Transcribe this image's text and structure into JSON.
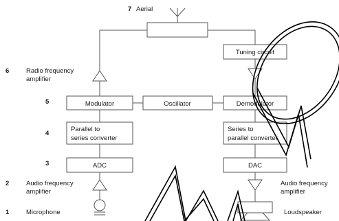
{
  "steps": {
    "s1": {
      "num": "1",
      "label": "Microphone"
    },
    "s2": {
      "num": "2",
      "label_line1": "Audio frequency",
      "label_line2": "amplifier"
    },
    "s3": {
      "num": "3"
    },
    "s4": {
      "num": "4"
    },
    "s5": {
      "num": "5"
    },
    "s6": {
      "num": "6",
      "label_line1": "Radio frequency",
      "label_line2": "amplifier"
    },
    "s7": {
      "num": "7",
      "label": "Aerial"
    }
  },
  "boxes": {
    "modulator": "Modulator",
    "oscillator": "Oscillator",
    "demodulator": "Demodulator",
    "tuning_circuit": "Tuning circuit",
    "p2s_line1": "Parallel to",
    "p2s_line2": "series converter",
    "s2p_line1": "Series to",
    "s2p_line2": "parallel converter",
    "adc": "ADC",
    "dac": "DAC"
  },
  "receiver_labels": {
    "audio_amp_line1": "Audio frequency",
    "audio_amp_line2": "amplifier",
    "loudspeaker": "Loudspeaker"
  },
  "colors": {
    "stroke": "#555555",
    "text": "#1a1a1a",
    "watermark": "#000000"
  }
}
